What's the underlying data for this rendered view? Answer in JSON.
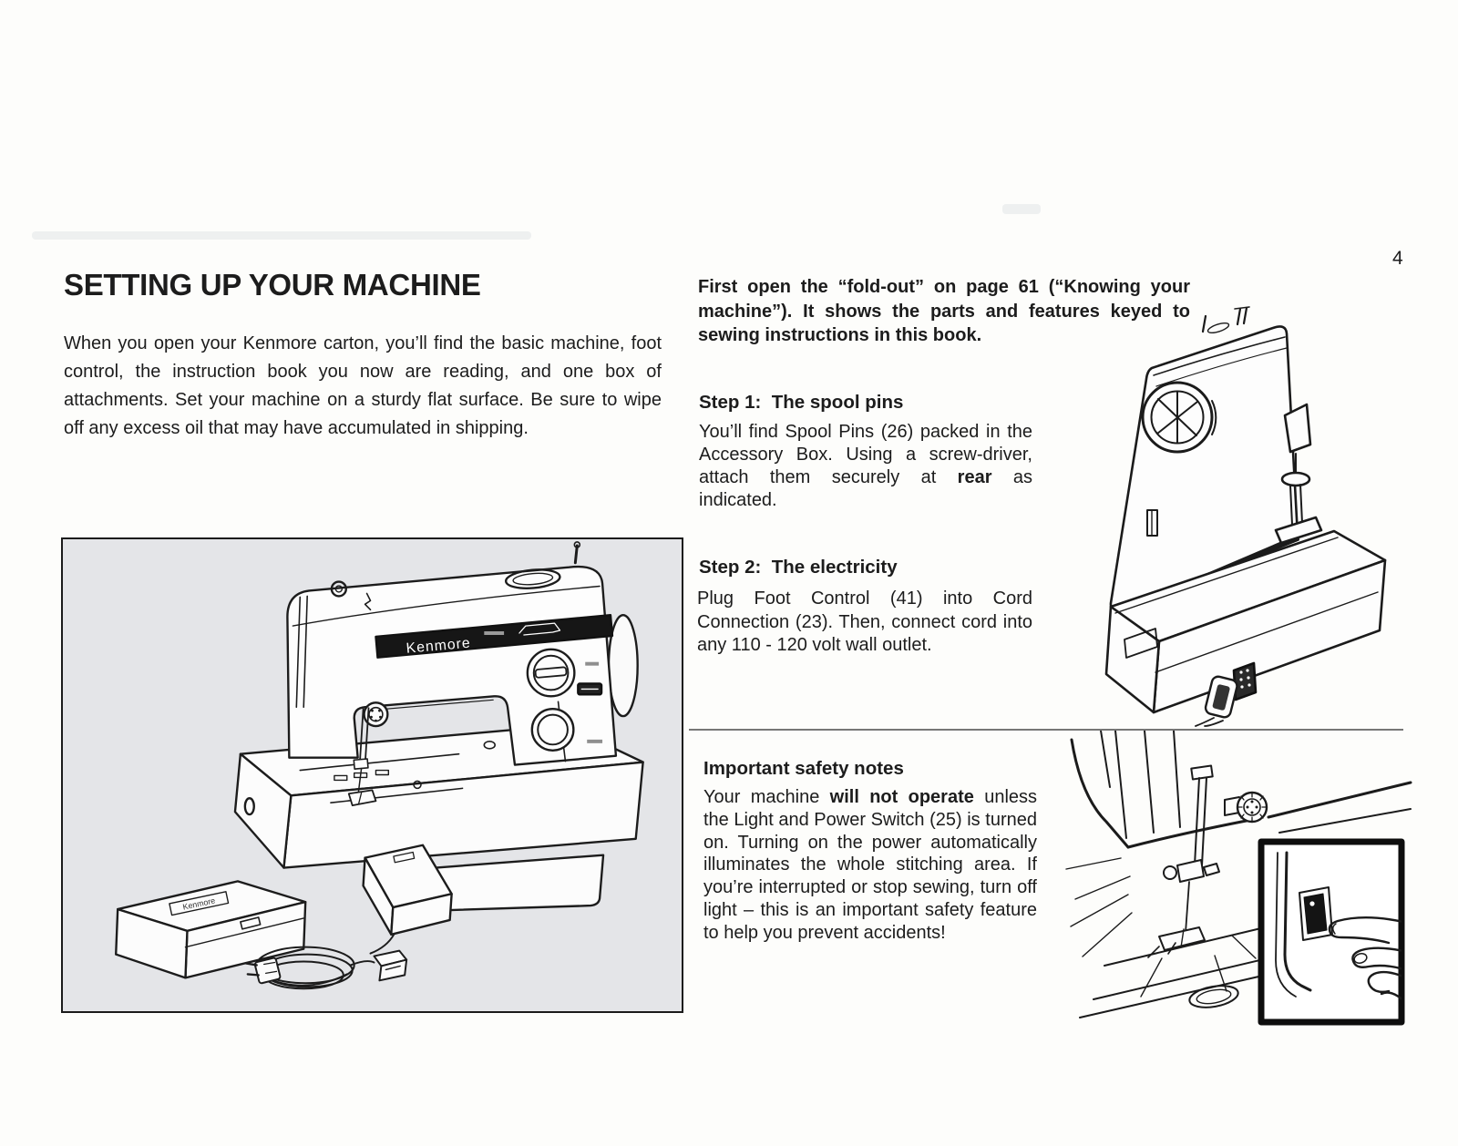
{
  "page": {
    "number": "4",
    "title": "SETTING UP YOUR MACHINE",
    "intro": "When you open your Kenmore carton, you’ll find the basic machine, foot control, the instruction book you now are reading, and one box of attachments. Set your machine on a sturdy flat surface. Be sure to wipe off any excess oil that may have accumulated in shipping."
  },
  "lead": {
    "text": "First open the “fold-out” on page 61 (“Knowing your machine”). It shows the parts and features keyed to sewing instructions in this book."
  },
  "steps": [
    {
      "heading": "Step 1:  The spool pins",
      "body_pre": "You’ll find Spool Pins (26) packed in the Accessory Box. Using a screw-driver, attach them securely at ",
      "body_bold": "rear",
      "body_post": " as indicated."
    },
    {
      "heading": "Step 2:  The electricity",
      "body_pre": "Plug Foot Control (41) into Cord Connection (23). Then, connect cord into any 110 - 120 volt wall outlet.",
      "body_bold": "",
      "body_post": ""
    }
  ],
  "safety": {
    "heading": "Important safety notes",
    "body_pre": "Your machine ",
    "body_bold": "will not operate",
    "body_post": " unless the Light and Power Switch (25) is turned on. Turning on the power automatically illuminates the whole stitching area. If you’re interrupted or stop sewing, turn off light – this is an important safety feature to help you prevent accidents!"
  },
  "figures": {
    "machine_brand": "Kenmore",
    "accessory_box_label": "Kenmore"
  },
  "colors": {
    "page_bg": "#fdfdfb",
    "ink": "#1c1c1c",
    "box_bg": "#e4e5e8",
    "band": "#161616",
    "rule": "#4a4a4a"
  }
}
